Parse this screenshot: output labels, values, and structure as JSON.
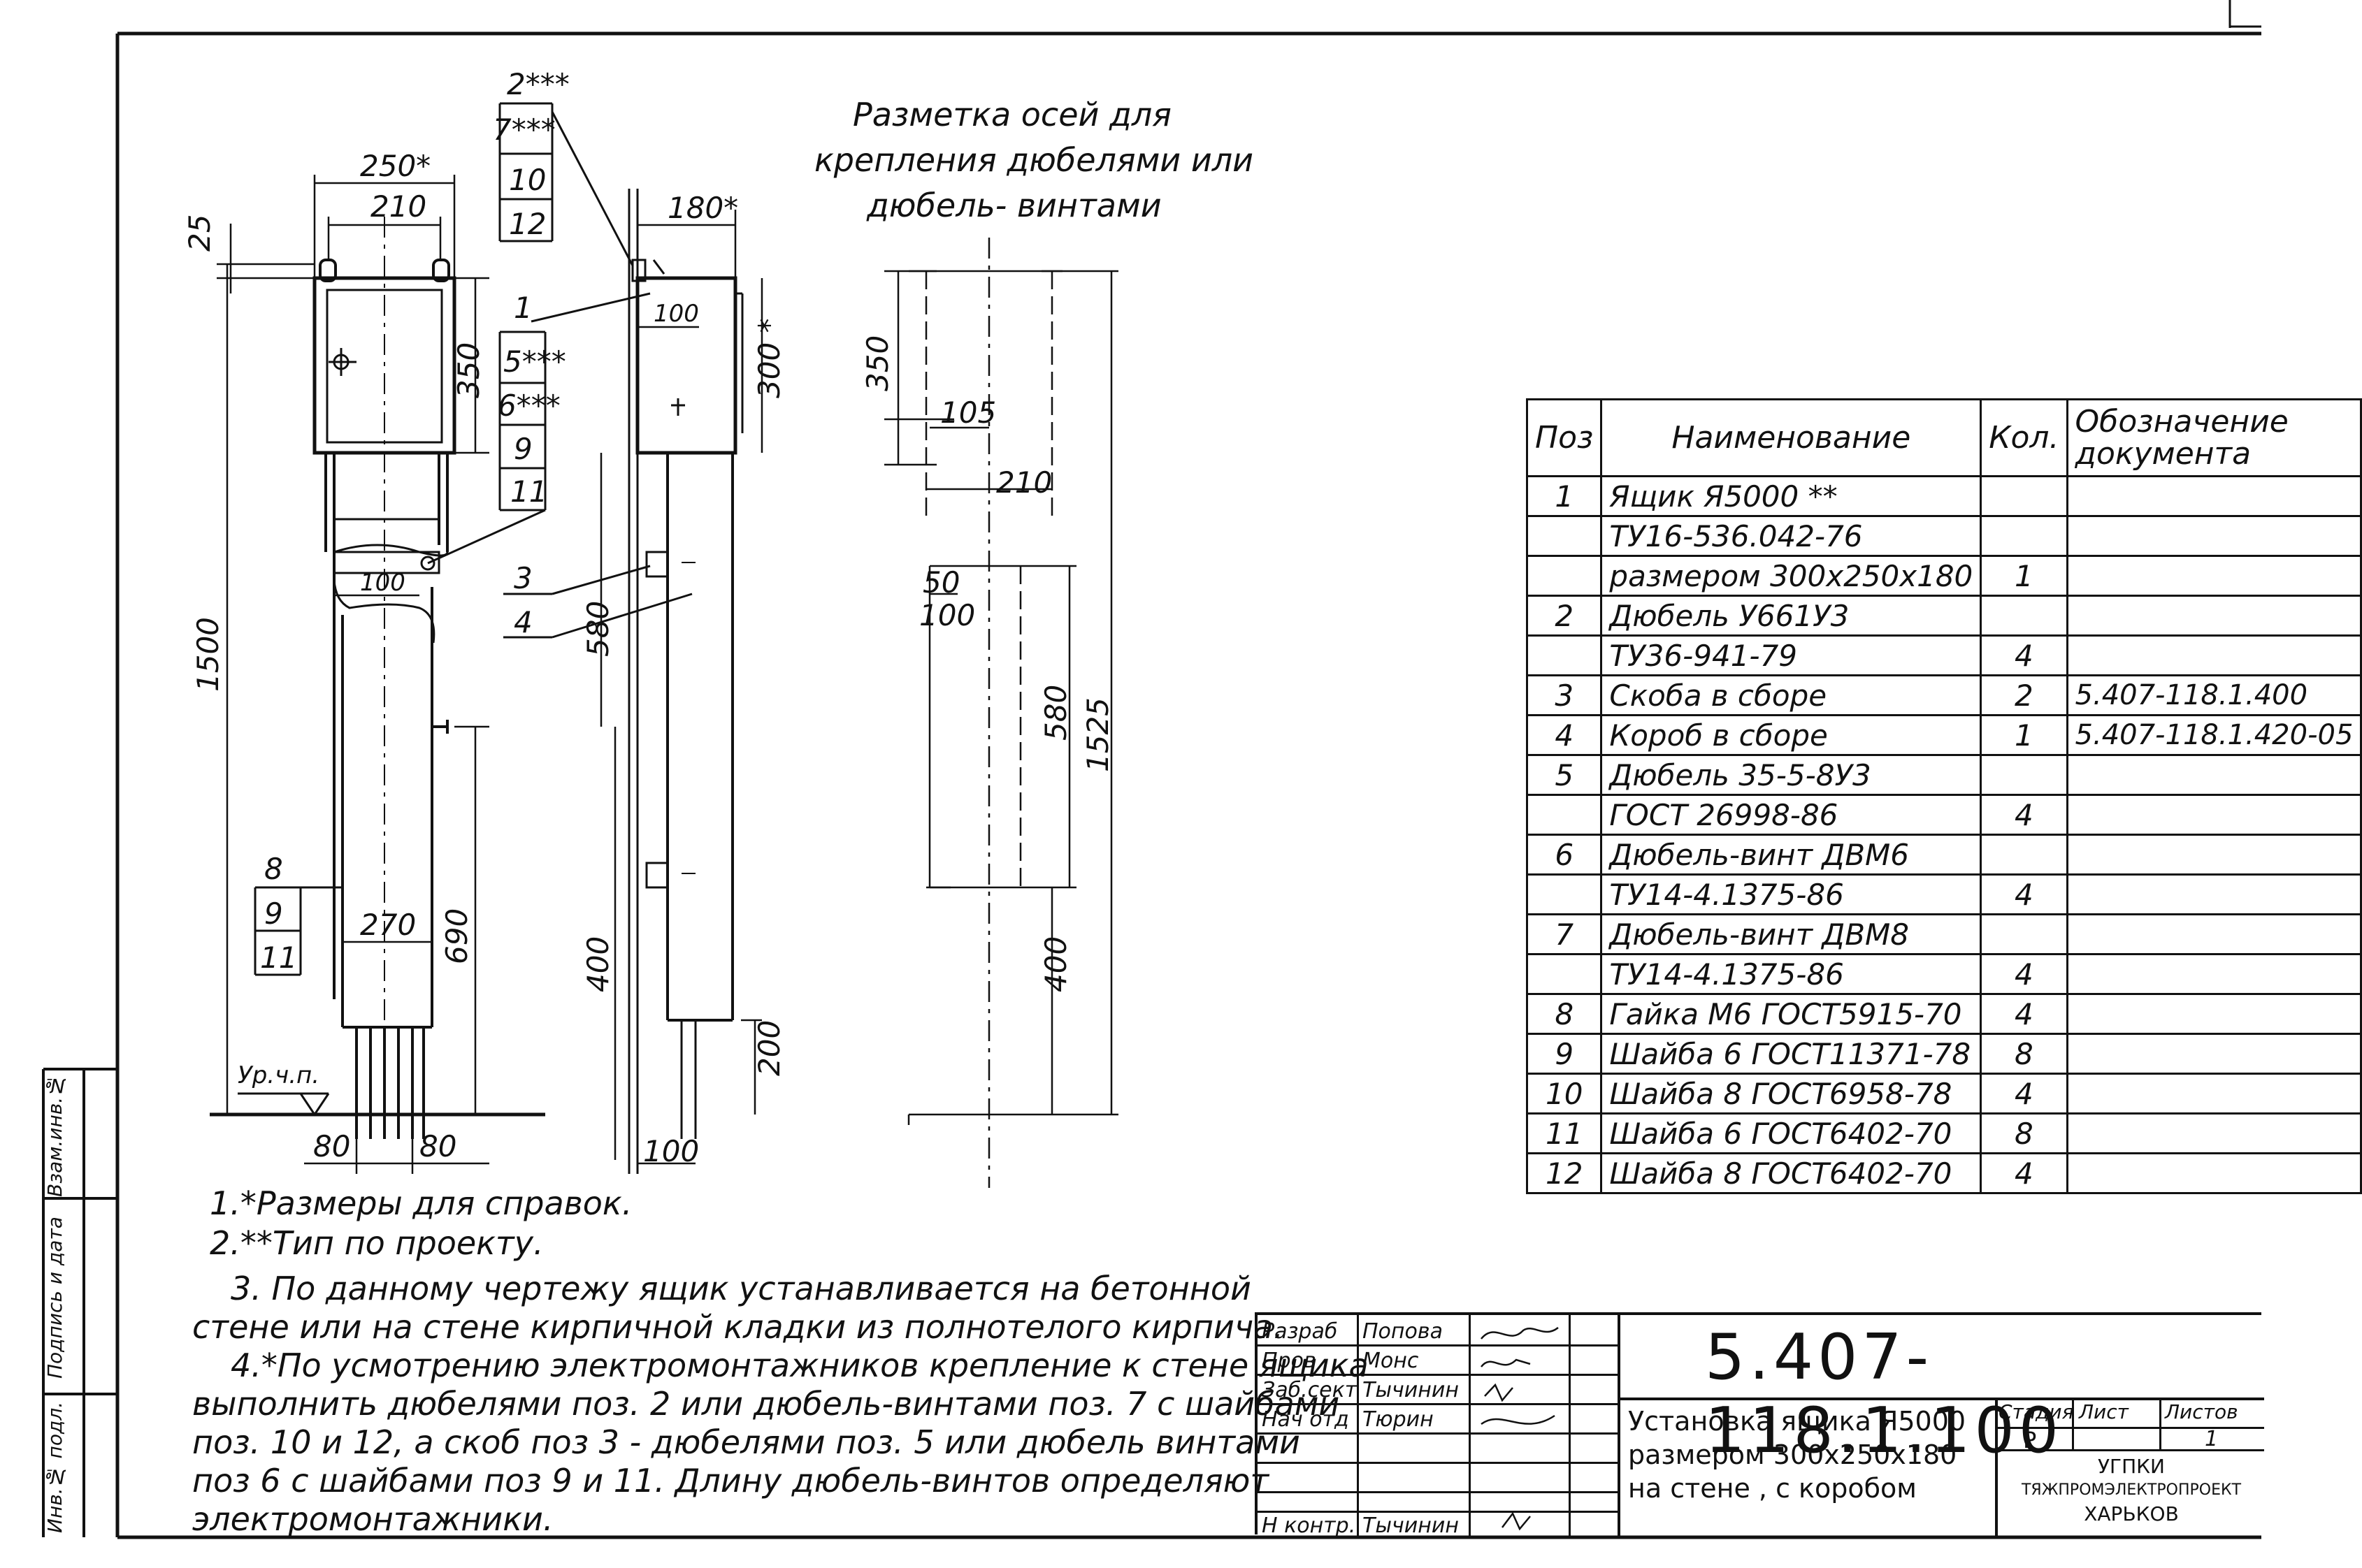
{
  "drawing": {
    "axes_caption": [
      "Разметка осей для",
      "крепления дюбелями или",
      "дюбель- винтами"
    ],
    "dims": {
      "d250": "250*",
      "d210": "210",
      "d25": "25",
      "d350": "350",
      "d100": "100",
      "d1500": "1500",
      "d270": "270",
      "d690": "690",
      "d80a": "80",
      "d80b": "80",
      "d180": "180*",
      "d100b": "100",
      "d300": "300 *",
      "d580": "580",
      "d400": "400",
      "d200": "200",
      "d100c": "100",
      "d350r": "350",
      "d105": "105",
      "d210r": "210",
      "d50": "50",
      "d100r": "100",
      "d580r": "580",
      "d1525": "1525",
      "d400r": "400"
    },
    "callouts": {
      "c2": "2***",
      "c7": "7***",
      "c10": "10",
      "c12": "12",
      "c1": "1",
      "c5": "5***",
      "c6": "6***",
      "c9a": "9",
      "c11a": "11",
      "c3": "3",
      "c4": "4",
      "c8": "8",
      "c9b": "9",
      "c11b": "11",
      "level": "Ур.ч.п."
    }
  },
  "notes": {
    "n1": "1.*Размеры для справок.",
    "n2": "2.**Тип по проекту.",
    "n3a": "3. По данному чертежу ящик устанавливается на бетонной",
    "n3b": "стене или на стене кирпичной кладки из полнотелого кирпича.",
    "n4a": "4.*По усмотрению электромонтажников крепление к стене ящика",
    "n4b": "выполнить дюбелями поз. 2 или дюбель-винтами поз. 7 с шайбами",
    "n4c": "поз. 10 и 12, а скоб поз 3 - дюбелями поз. 5 или дюбель винтами",
    "n4d": "поз 6 с шайбами поз 9 и 11. Длину дюбель-винтов определяют",
    "n4e": "электромонтажники."
  },
  "spec": {
    "headers": {
      "pos": "Поз",
      "name": "Наименование",
      "qty": "Кол.",
      "doc1": "Обозначение",
      "doc2": "документа"
    },
    "rows": [
      {
        "pos": "1",
        "name": "Ящик Я5000 **",
        "qty": "",
        "doc": ""
      },
      {
        "pos": "",
        "name": "ТУ16-536.042-76",
        "qty": "",
        "doc": ""
      },
      {
        "pos": "",
        "name": "размером 300x250x180",
        "qty": "1",
        "doc": ""
      },
      {
        "pos": "2",
        "name": "Дюбель У661У3",
        "qty": "",
        "doc": ""
      },
      {
        "pos": "",
        "name": "ТУ36-941-79",
        "qty": "4",
        "doc": ""
      },
      {
        "pos": "3",
        "name": "Скоба в сборе",
        "qty": "2",
        "doc": "5.407-118.1.400"
      },
      {
        "pos": "4",
        "name": "Короб в сборе",
        "qty": "1",
        "doc": "5.407-118.1.420-05"
      },
      {
        "pos": "5",
        "name": "Дюбель 35-5-8У3",
        "qty": "",
        "doc": ""
      },
      {
        "pos": "",
        "name": "ГОСТ 26998-86",
        "qty": "4",
        "doc": ""
      },
      {
        "pos": "6",
        "name": "Дюбель-винт ДВМ6",
        "qty": "",
        "doc": ""
      },
      {
        "pos": "",
        "name": "ТУ14-4.1375-86",
        "qty": "4",
        "doc": ""
      },
      {
        "pos": "7",
        "name": "Дюбель-винт ДВМ8",
        "qty": "",
        "doc": ""
      },
      {
        "pos": "",
        "name": "ТУ14-4.1375-86",
        "qty": "4",
        "doc": ""
      },
      {
        "pos": "8",
        "name": "Гайка М6 ГОСТ5915-70",
        "qty": "4",
        "doc": ""
      },
      {
        "pos": "9",
        "name": "Шайба 6 ГОСТ11371-78",
        "qty": "8",
        "doc": ""
      },
      {
        "pos": "10",
        "name": "Шайба 8 ГОСТ6958-78",
        "qty": "4",
        "doc": ""
      },
      {
        "pos": "11",
        "name": "Шайба 6 ГОСТ6402-70",
        "qty": "8",
        "doc": ""
      },
      {
        "pos": "12",
        "name": "Шайба 8 ГОСТ6402-70",
        "qty": "4",
        "doc": ""
      }
    ]
  },
  "title_block": {
    "code": "5.407-118.1.100",
    "roles": {
      "r1": "Разраб",
      "r2": "Пров",
      "r3": "Заб.сект",
      "r4": "Нач отд",
      "r5": "Н контр."
    },
    "names": {
      "n1": "Попова",
      "n2": "Монс",
      "n3": "Тычинин",
      "n4": "Тюрин",
      "n5": "Тычинин"
    },
    "title": [
      "Установка ящика Я5000",
      "размером 300x250x180",
      "на стене , с коробом"
    ],
    "stage_label": "Стадия",
    "sheet_label": "Лист",
    "sheets_label": "Листов",
    "stage": "Р",
    "sheet": "",
    "sheets": "1",
    "org": [
      "УГПКИ",
      "ТЯЖПРОМЭЛЕКТРОПРОЕКТ",
      "ХАРЬКОВ"
    ]
  },
  "side_stamp": {
    "s1": "Инв.№ подл.",
    "s2": "Подпись и дата",
    "s3": "Взам.инв.№"
  }
}
